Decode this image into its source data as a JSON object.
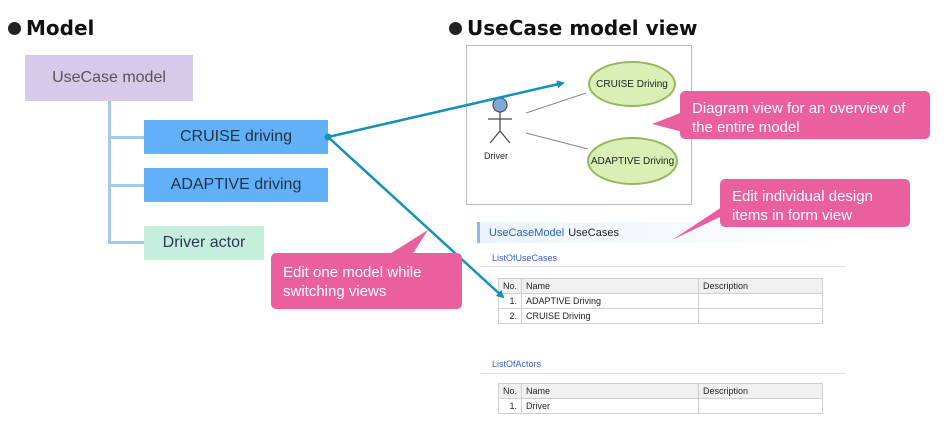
{
  "left": {
    "heading": "Model",
    "root": "UseCase model",
    "nodes": [
      "CRUISE driving",
      "ADAPTIVE driving",
      "Driver actor"
    ]
  },
  "right": {
    "heading": "UseCase model view"
  },
  "diagram": {
    "actor_label": "Driver",
    "usecases": [
      "CRUISE Driving",
      "ADAPTIVE Driving"
    ]
  },
  "callouts": {
    "diagram_view": "Diagram view for an overview of the entire model",
    "form_view": "Edit individual design items in form view",
    "switch_views": "Edit one model while switching views"
  },
  "form": {
    "model_link": "UseCaseModel",
    "model_name": "UseCases",
    "use_cases_title": "ListOfUseCases",
    "actors_title": "ListOfActors",
    "columns": [
      "No.",
      "Name",
      "Description"
    ],
    "use_case_rows": [
      {
        "no": "1.",
        "name": "ADAPTIVE Driving",
        "description": ""
      },
      {
        "no": "2.",
        "name": "CRUISE Driving",
        "description": ""
      }
    ],
    "actor_rows": [
      {
        "no": "1.",
        "name": "Driver",
        "description": ""
      }
    ]
  },
  "colors": {
    "root": "#d7c9ea",
    "usecase_node": "#62b0f7",
    "actor_node": "#c6eedc",
    "callout": "#ea5f9e",
    "arrow": "#1590b8",
    "ellipse_fill": "#dbeeb6"
  }
}
